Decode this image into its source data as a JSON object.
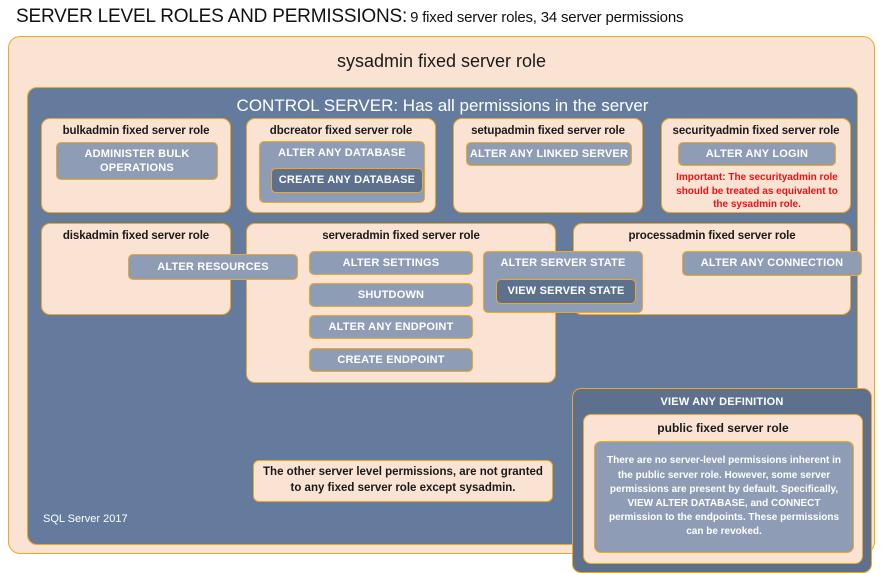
{
  "header": {
    "main": "SERVER LEVEL ROLES AND PERMISSIONS:",
    "sub": "9 fixed server roles, 34 server permissions"
  },
  "colors": {
    "role_bg": "#fae3d3",
    "border": "#f0a81e",
    "control_bg": "#647b9e",
    "perm_bg": "#8f9cb5",
    "perm_dark_bg": "#5d718f",
    "warning_text": "#ee1111",
    "title_text": "#1a1a1a",
    "light_text": "#ffffff"
  },
  "sysadmin": {
    "title": "sysadmin fixed server role"
  },
  "control_server": {
    "title": "CONTROL SERVER: Has all permissions in the server"
  },
  "roles": {
    "bulkadmin": {
      "title": "bulkadmin fixed server role",
      "permissions": [
        "ADMINISTER  BULK OPERATIONS"
      ]
    },
    "dbcreator": {
      "title": "dbcreator fixed server role",
      "permissions": [
        "ALTER ANY DATABASE",
        "CREATE  ANY DATABASE"
      ]
    },
    "setupadmin": {
      "title": "setupadmin fixed server role",
      "permissions": [
        "ALTER ANY LINKED SERVER"
      ]
    },
    "securityadmin": {
      "title": "securityadmin fixed server role",
      "permissions": [
        "ALTER ANY LOGIN"
      ],
      "warning": "Important: The securityadmin role should be treated as equivalent to the sysadmin role."
    },
    "diskadmin": {
      "title": "diskadmin fixed server role",
      "permissions": [
        "ALTER RESOURCES"
      ]
    },
    "serveradmin": {
      "title": "serveradmin fixed server role",
      "permissions": [
        "ALTER SETTINGS",
        "SHUTDOWN",
        "ALTER ANY ENDPOINT",
        "CREATE  ENDPOINT",
        "ALTER SERVER  STATE",
        "VIEW SERVER  STATE"
      ]
    },
    "processadmin": {
      "title": "processadmin fixed server role",
      "permissions": [
        "ALTER ANY CONNECTION"
      ]
    },
    "public": {
      "view_any_definition": "VIEW ANY DEFINITION",
      "title": "public fixed server role",
      "description": "There are no server-level permissions inherent in the public server role. However, some server permissions are present by default. Specifically, VIEW ALTER DATABASE, and CONNECT permission to the endpoints. These permissions can be revoked."
    }
  },
  "notes": {
    "other_permissions": "The other server level permissions, are not granted to any fixed server role except sysadmin."
  },
  "footer": {
    "label": "SQL Server 2017"
  }
}
